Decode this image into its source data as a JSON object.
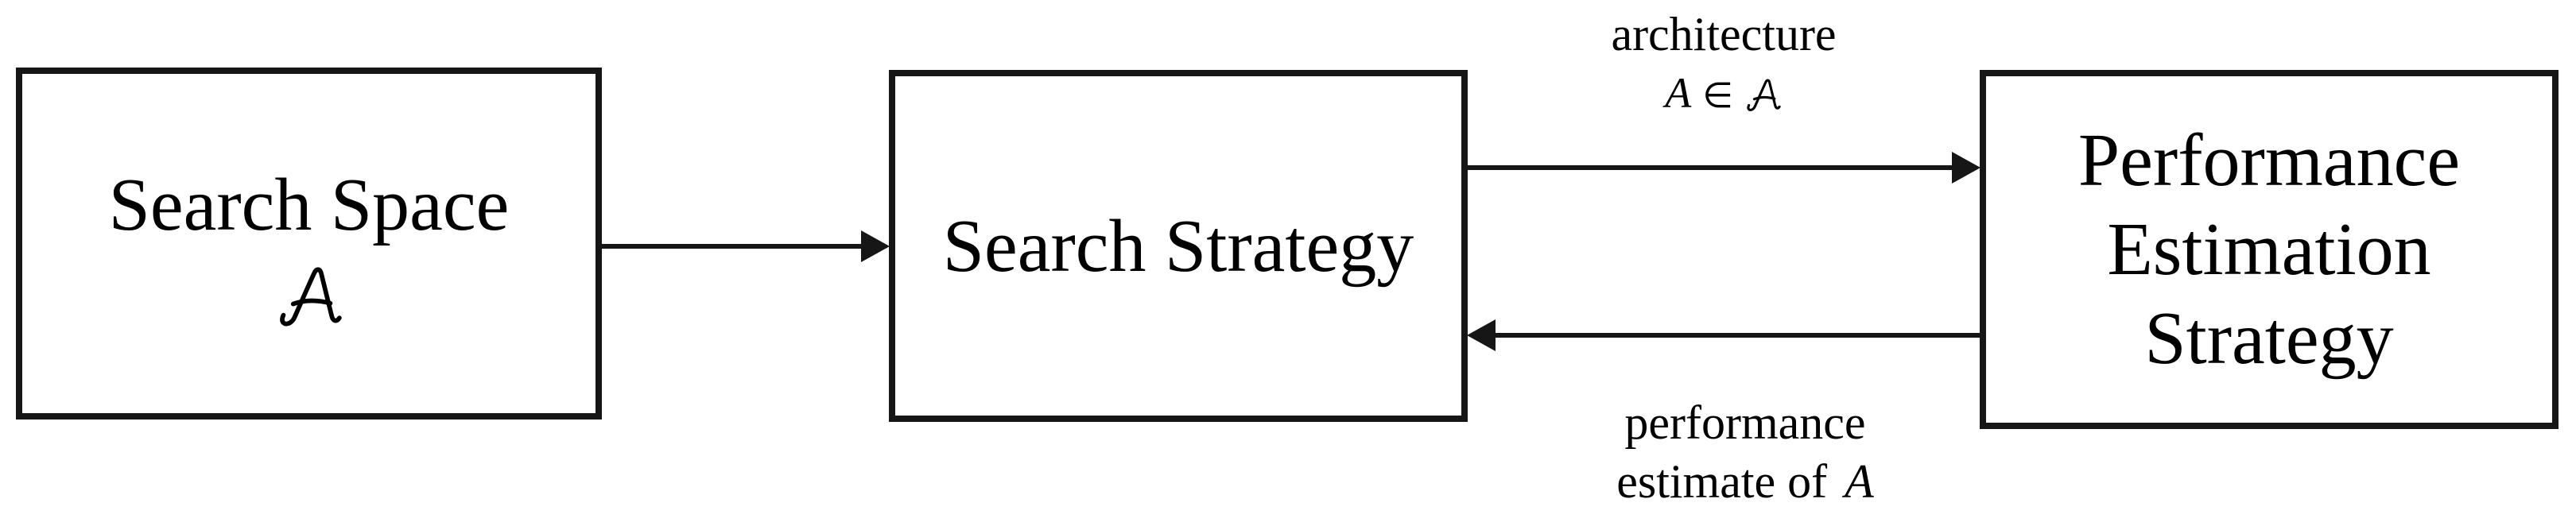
{
  "colors": {
    "background": "#ffffff",
    "line": "#161616",
    "text": "#000000"
  },
  "boxes": {
    "search_space": {
      "title": "Search Space",
      "symbol": "𝒜"
    },
    "search_strategy": {
      "title": "Search Strategy"
    },
    "performance_estimation": {
      "title": "Performance Estimation Strategy"
    }
  },
  "arrows": {
    "space_to_strategy": {
      "from": "search_space",
      "to": "search_strategy",
      "direction": "right"
    },
    "strategy_to_estimation": {
      "from": "search_strategy",
      "to": "performance_estimation",
      "direction": "right",
      "label_line1": "architecture",
      "label_var": "A",
      "label_element_of": "∈",
      "label_set_symbol": "𝒜"
    },
    "estimation_to_strategy": {
      "from": "performance_estimation",
      "to": "search_strategy",
      "direction": "left",
      "label_line1": "performance",
      "label_line2_text": "estimate of",
      "label_var": "A"
    }
  }
}
